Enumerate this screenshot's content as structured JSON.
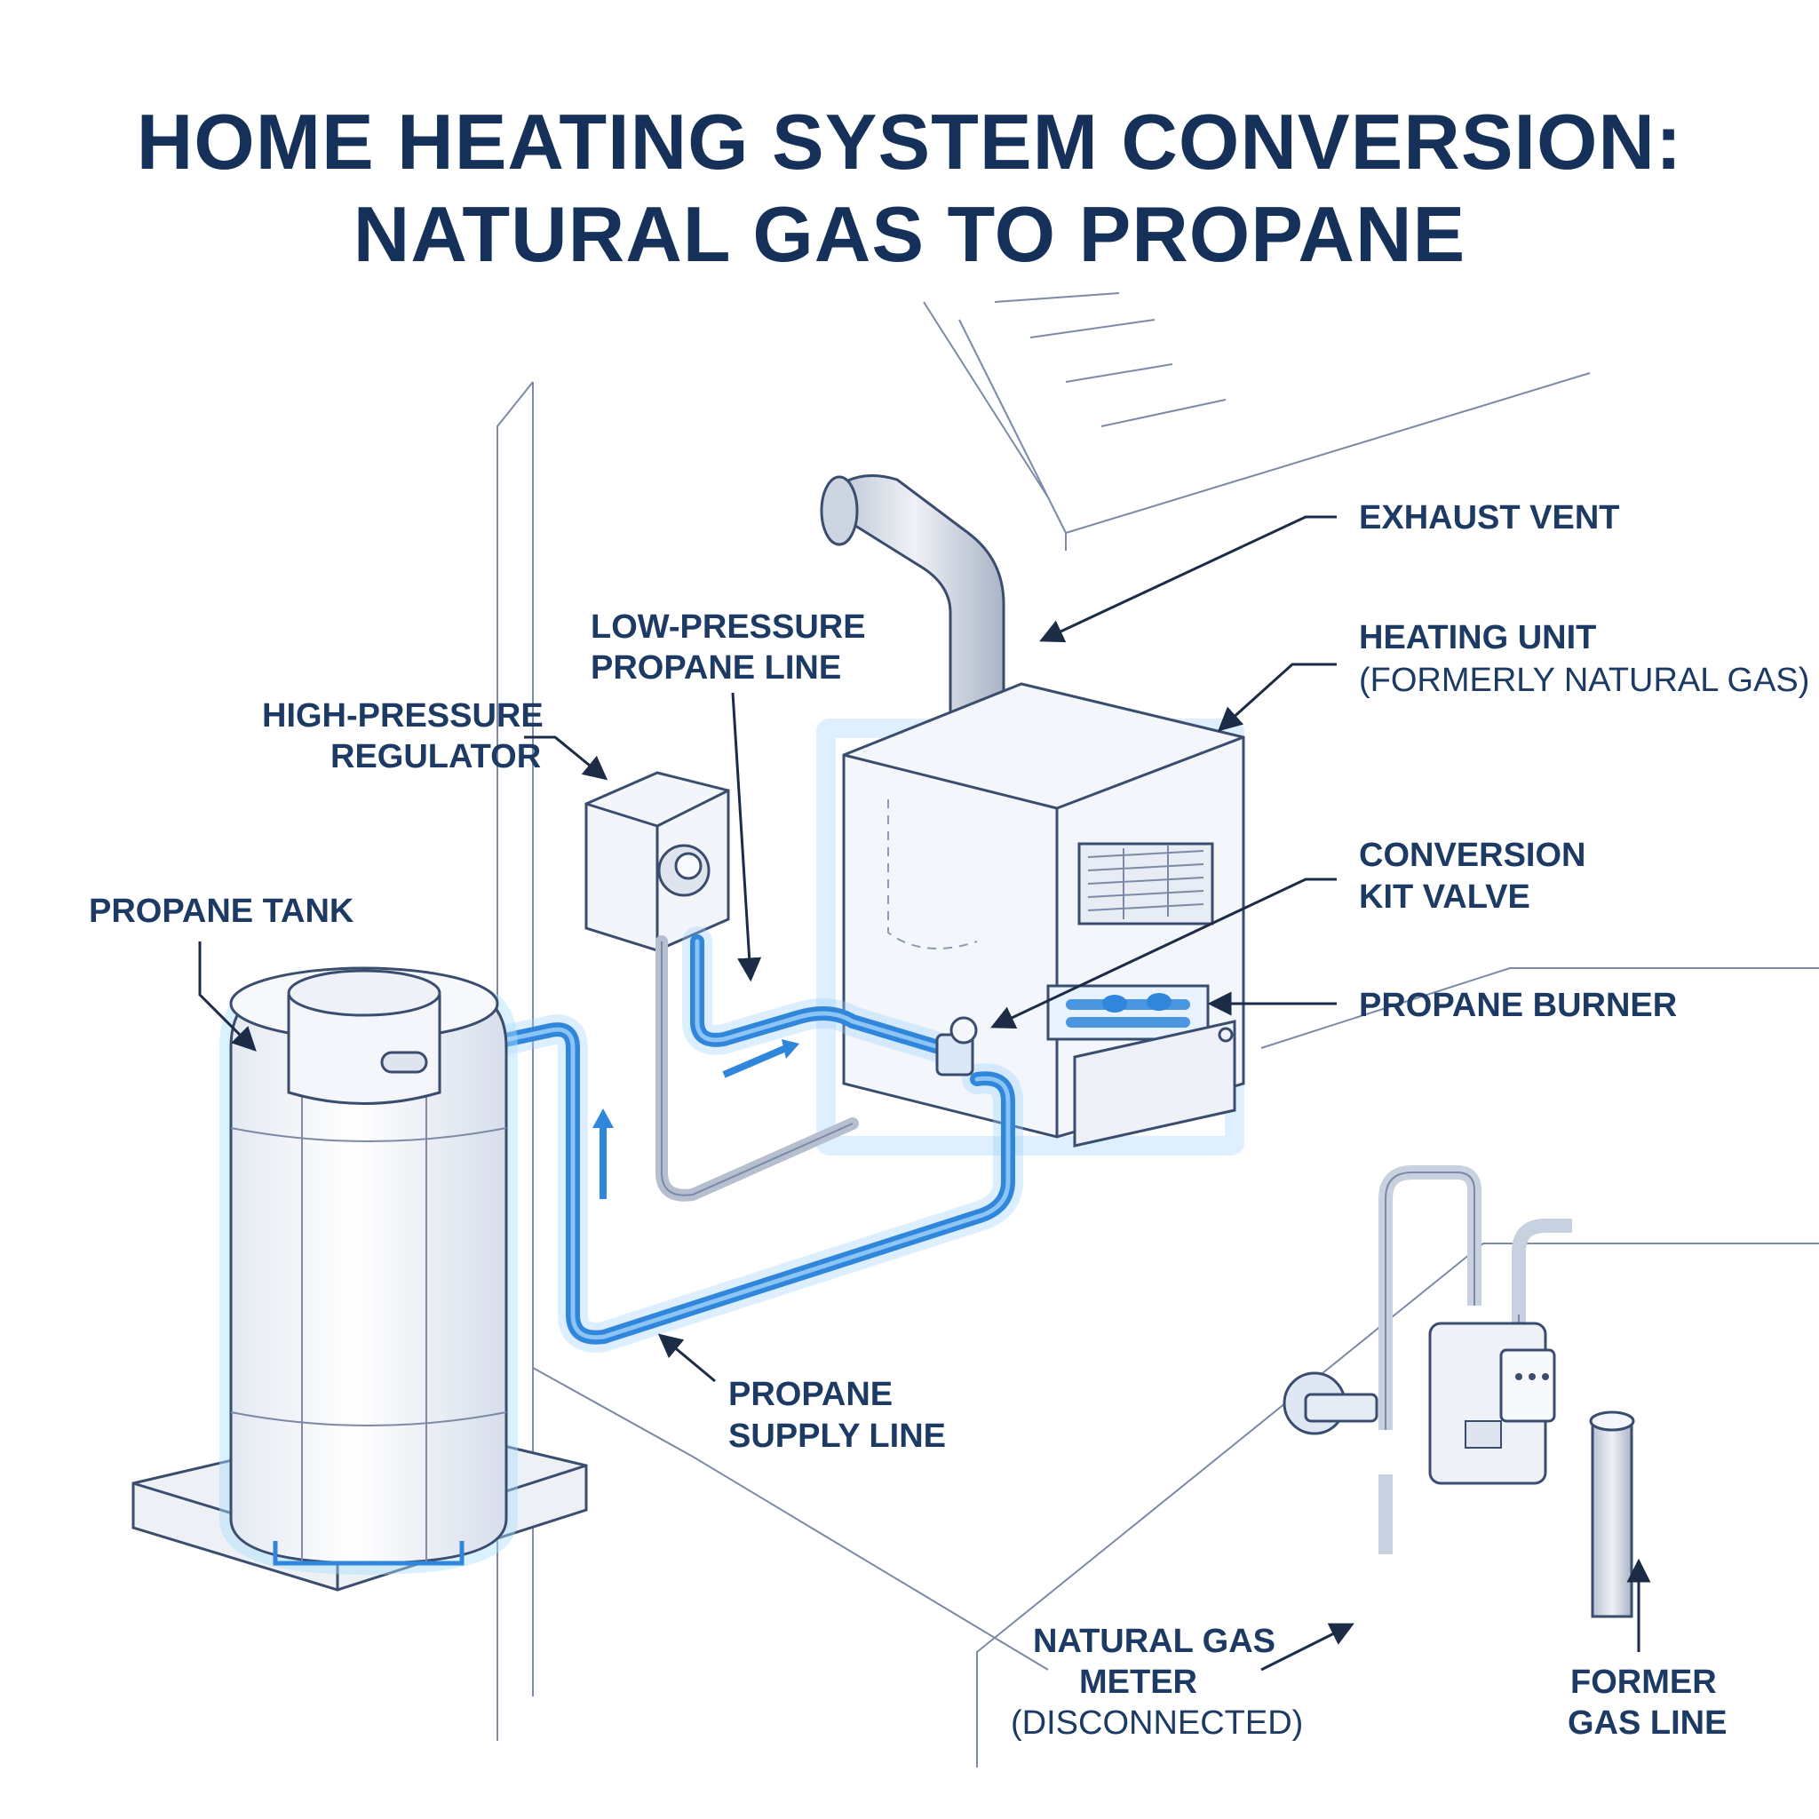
{
  "title": {
    "line1": "HOME HEATING SYSTEM CONVERSION:",
    "line2": "NATURAL GAS TO PROPANE"
  },
  "labels": {
    "exhaust_vent": "EXHAUST VENT",
    "heating_unit_line1": "HEATING UNIT",
    "heating_unit_line2": "(FORMERLY NATURAL GAS)",
    "low_pressure_line1": "LOW-PRESSURE",
    "low_pressure_line2": "PROPANE LINE",
    "high_pressure_line1": "HIGH-PRESSURE",
    "high_pressure_line2": "REGULATOR",
    "conversion_kit_line1": "CONVERSION",
    "conversion_kit_line2": "KIT VALVE",
    "propane_tank": "PROPANE TANK",
    "propane_burner": "PROPANE BURNER",
    "supply_line1": "PROPANE",
    "supply_line2": "SUPPLY LINE",
    "meter_line1": "NATURAL GAS",
    "meter_line2": "METER",
    "meter_line3": "(DISCONNECTED)",
    "former_line1": "FORMER",
    "former_line2": "GAS LINE"
  },
  "colors": {
    "title": "#15315a",
    "label": "#1c3a63",
    "propane_line": "#2f86db",
    "glow": "#9fd0ff",
    "outline": "#3a4d6e"
  }
}
